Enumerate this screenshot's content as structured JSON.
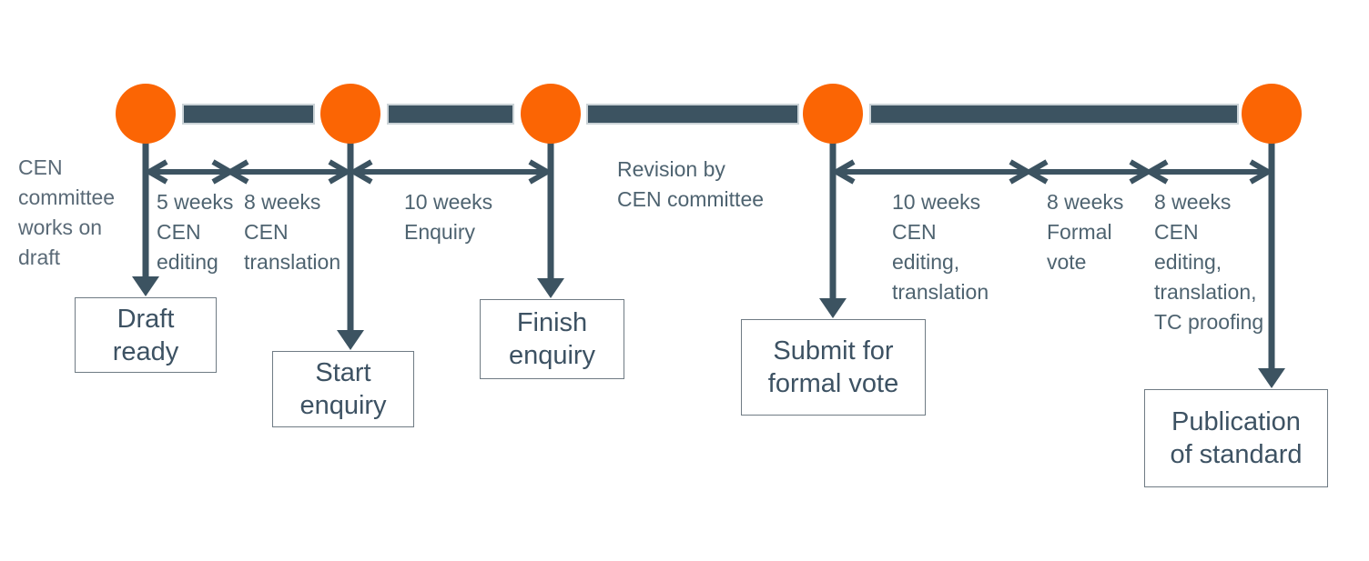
{
  "colors": {
    "milestone_orange": "#FB6504",
    "timeline_slate": "#3C5361",
    "label_gray": "#4E6370",
    "box_text": "#3D5263",
    "box_border": "#6F7B84"
  },
  "notes": {
    "intro": "CEN\ncommittee\nworks on\ndraft",
    "revision": "Revision by\nCEN committee"
  },
  "durations": [
    {
      "label": "5 weeks\nCEN\nediting"
    },
    {
      "label": "8 weeks\nCEN\ntranslation"
    },
    {
      "label": "10 weeks\nEnquiry"
    },
    {
      "label": "10 weeks\nCEN\nediting,\ntranslation"
    },
    {
      "label": "8 weeks\nFormal\nvote"
    },
    {
      "label": "8 weeks\nCEN\nediting,\ntranslation,\nTC proofing"
    }
  ],
  "milestones": [
    {
      "label": "Draft\nready"
    },
    {
      "label": "Start\nenquiry"
    },
    {
      "label": "Finish\nenquiry"
    },
    {
      "label": "Submit for\nformal vote"
    },
    {
      "label": "Publication\nof standard"
    }
  ]
}
